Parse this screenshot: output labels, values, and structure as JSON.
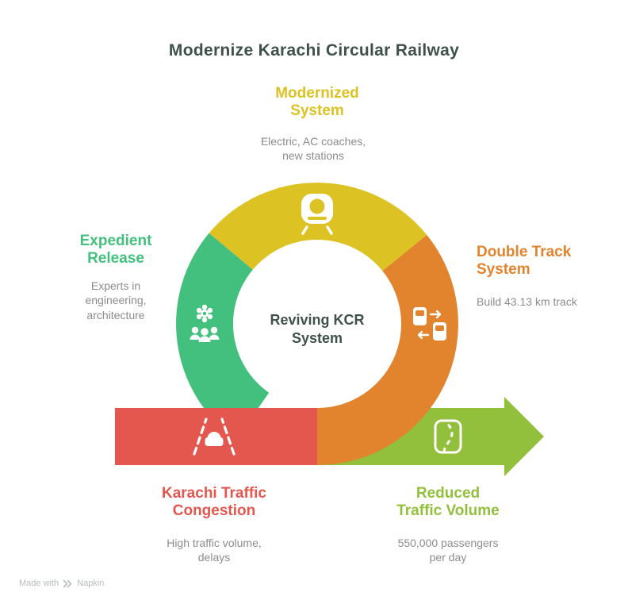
{
  "title": "Modernize Karachi Circular Railway",
  "center_label": "Reviving KCR\nSystem",
  "steps": {
    "modernized": {
      "heading": "Modernized\nSystem",
      "body": "Electric, AC coaches,\nnew stations"
    },
    "expedient": {
      "heading": "Expedient\nRelease",
      "body": "Experts in\nengineering,\narchitecture"
    },
    "double_track": {
      "heading": "Double Track\nSystem",
      "body": "Build 43.13 km track"
    },
    "congestion": {
      "heading": "Karachi Traffic\nCongestion",
      "body": "High traffic volume,\ndelays"
    },
    "reduced": {
      "heading": "Reduced\nTraffic Volume",
      "body": "550,000 passengers\nper day"
    }
  },
  "footer": {
    "made_with": "Made with",
    "brand": "Napkin"
  },
  "colors": {
    "dark": "#40514c",
    "yellow": "#dcc222",
    "green": "#43c07d",
    "orange": "#e2832d",
    "red": "#e3574f",
    "lime": "#92bf3c",
    "gray": "#8c8c8c",
    "footer": "#b6bdb9"
  }
}
